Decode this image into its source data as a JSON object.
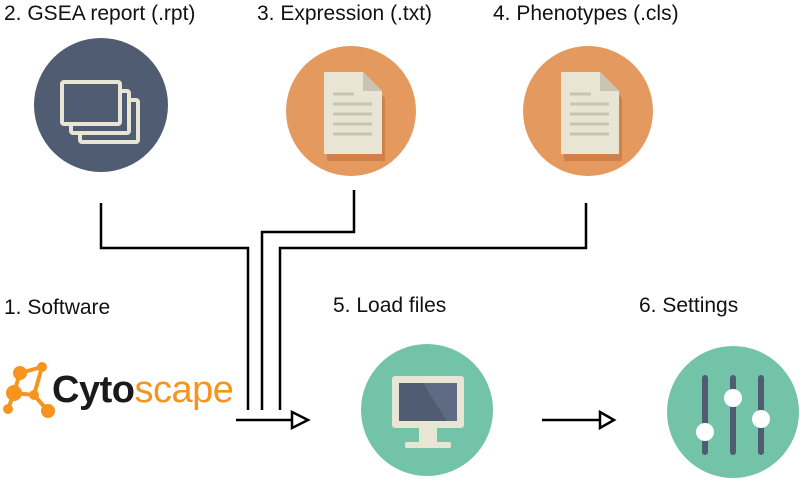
{
  "steps": {
    "gsea_report": "2. GSEA report (.rpt)",
    "expression": "3. Expression (.txt)",
    "phenotypes": "4. Phenotypes (.cls)",
    "software": "1. Software",
    "load_files": "5. Load files",
    "settings": "6. Settings"
  },
  "logo": {
    "prefix": "Cyto",
    "suffix": "scape"
  },
  "colors": {
    "slate": "#4f5c72",
    "orange": "#e49a5f",
    "teal": "#73c3a9",
    "paper": "#e9e5d5",
    "logo_orange": "#f7941d",
    "logo_dark": "#1a1a1a"
  },
  "icons": [
    "windows-stack-icon",
    "document-icon",
    "document-icon",
    "cytoscape-logo",
    "monitor-icon",
    "sliders-icon"
  ]
}
